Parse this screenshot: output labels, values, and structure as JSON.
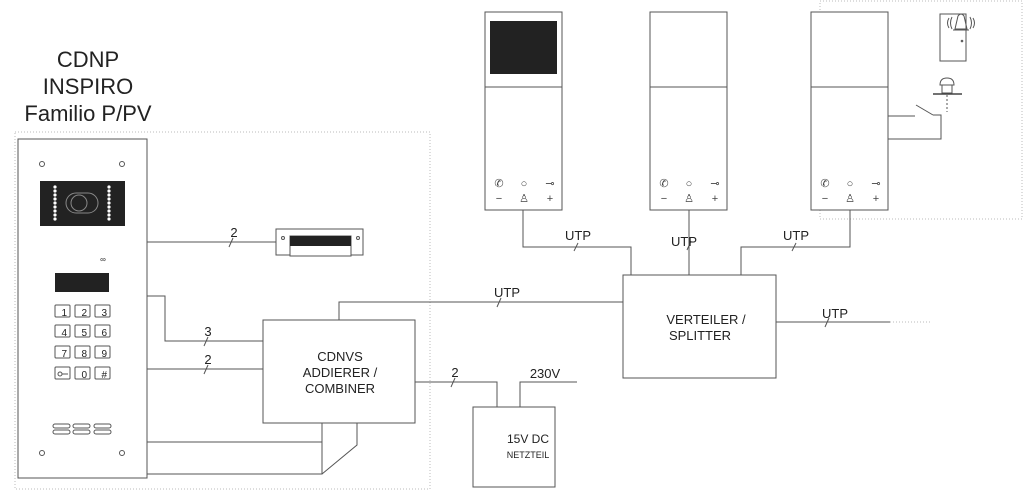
{
  "title": [
    "CDNP",
    "INSPIRO",
    "Familio P/PV"
  ],
  "keypad": [
    "1",
    "2",
    "3",
    "4",
    "5",
    "6",
    "7",
    "8",
    "9",
    "key",
    "0",
    "#"
  ],
  "wire_labels": {
    "lock": "2",
    "panel_to_combiner_a": "3",
    "panel_to_combiner_b": "2",
    "combiner_to_splitter": "UTP",
    "combiner_to_psu": "2",
    "mains": "230V",
    "monitor1": "UTP",
    "monitor2": "UTP",
    "monitor3": "UTP",
    "splitter_out": "UTP"
  },
  "combiner": [
    "CDNVS",
    "ADDIERER /",
    "COMBINER"
  ],
  "splitter": [
    "VERTEILER /",
    "SPLITTER"
  ],
  "psu": [
    "15V DC",
    "NETZTEIL"
  ],
  "monitor_icons": {
    "top": [
      "✆",
      "○",
      "⊸"
    ],
    "bottom": [
      "−",
      "♙",
      "+"
    ]
  }
}
